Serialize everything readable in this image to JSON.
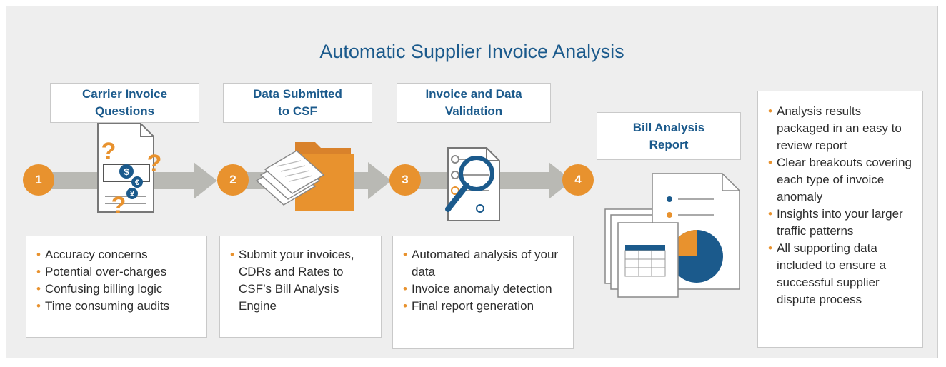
{
  "title": "Automatic Supplier Invoice Analysis",
  "stages": [
    {
      "number": "1",
      "title": "Carrier Invoice\nQuestions",
      "icon": "invoice-question-icon",
      "bullets": [
        "Accuracy concerns",
        "Potential over-charges",
        "Confusing billing logic",
        "Time consuming audits"
      ]
    },
    {
      "number": "2",
      "title": "Data Submitted\nto CSF",
      "icon": "documents-folder-icon",
      "bullets": [
        "Submit your invoices, CDRs and Rates to CSF’s Bill Analysis Engine"
      ]
    },
    {
      "number": "3",
      "title": "Invoice and Data\nValidation",
      "icon": "magnifier-document-icon",
      "bullets": [
        "Automated analysis of your data",
        "Invoice anomaly detection",
        "Final report generation"
      ]
    },
    {
      "number": "4",
      "title": "Bill Analysis\nReport",
      "icon": "report-chart-icon",
      "bullets": [
        "Analysis results packaged in an easy to review report",
        "Clear breakouts covering each type of invoice anomaly",
        "Insights into your larger traffic patterns",
        "All supporting data included to ensure a successful supplier dispute process"
      ]
    }
  ],
  "icon_glyphs": {
    "dollar": "$",
    "euro": "€",
    "yen": "¥",
    "question": "?"
  },
  "colors": {
    "accent": "#e8922e",
    "brand": "#1b5a8c",
    "arrow": "#b9b9b4"
  }
}
